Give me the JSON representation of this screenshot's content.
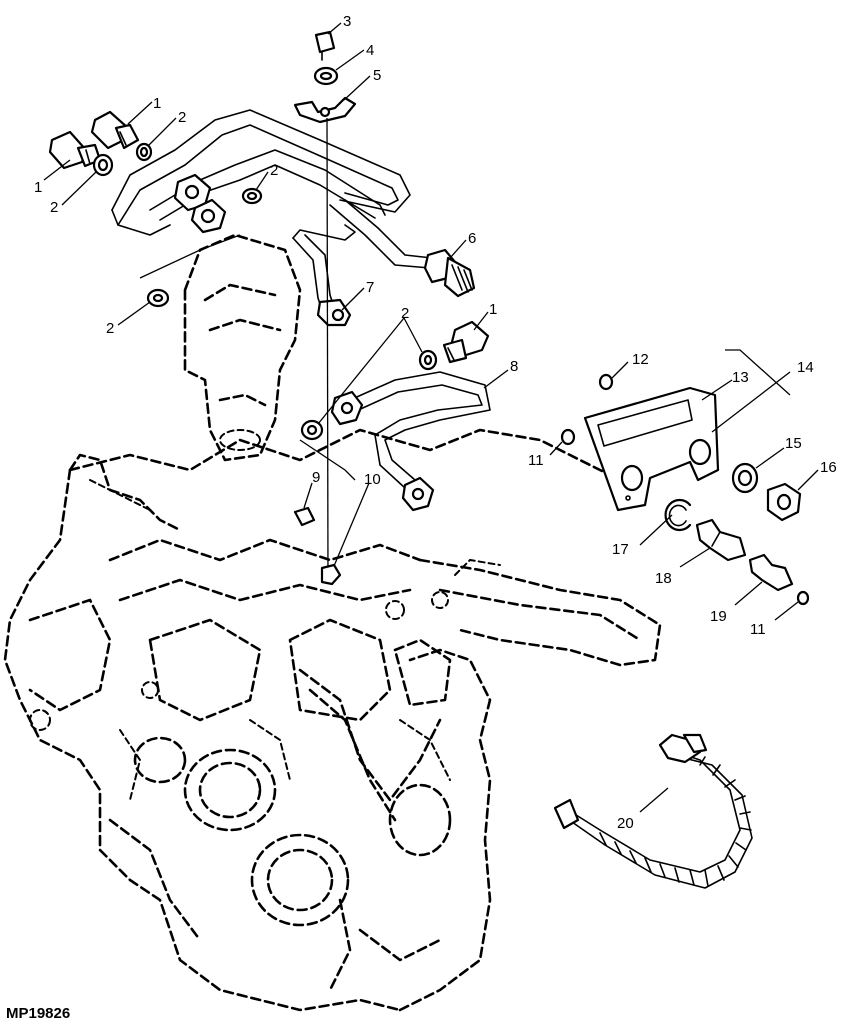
{
  "figure_id": "MP19826",
  "callouts": [
    {
      "id": "c3",
      "label": "3"
    },
    {
      "id": "c4",
      "label": "4"
    },
    {
      "id": "c5",
      "label": "5"
    },
    {
      "id": "c1a",
      "label": "1"
    },
    {
      "id": "c2a",
      "label": "2"
    },
    {
      "id": "c1b",
      "label": "1"
    },
    {
      "id": "c2b",
      "label": "2"
    },
    {
      "id": "c2c",
      "label": "2"
    },
    {
      "id": "c6",
      "label": "6"
    },
    {
      "id": "c2d",
      "label": "2"
    },
    {
      "id": "c7",
      "label": "7"
    },
    {
      "id": "c2e",
      "label": "2"
    },
    {
      "id": "c1c",
      "label": "1"
    },
    {
      "id": "c8",
      "label": "8"
    },
    {
      "id": "c12",
      "label": "12"
    },
    {
      "id": "c13",
      "label": "13"
    },
    {
      "id": "c14",
      "label": "14"
    },
    {
      "id": "c11a",
      "label": "11"
    },
    {
      "id": "c15",
      "label": "15"
    },
    {
      "id": "c16",
      "label": "16"
    },
    {
      "id": "c9",
      "label": "9"
    },
    {
      "id": "c10",
      "label": "10"
    },
    {
      "id": "c17",
      "label": "17"
    },
    {
      "id": "c18",
      "label": "18"
    },
    {
      "id": "c19",
      "label": "19"
    },
    {
      "id": "c11b",
      "label": "11"
    },
    {
      "id": "c20",
      "label": "20"
    }
  ]
}
